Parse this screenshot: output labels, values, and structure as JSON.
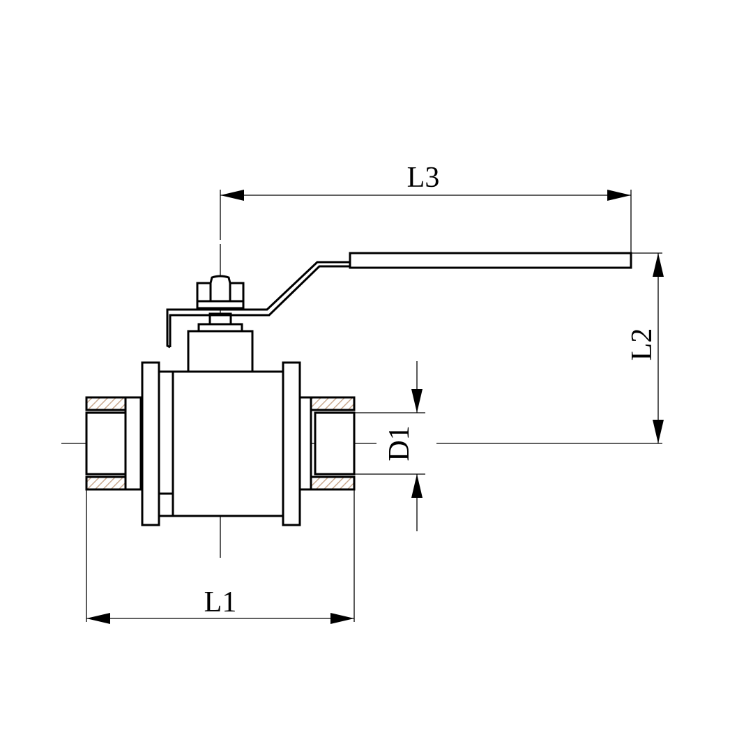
{
  "dimensions": {
    "L1": "L1",
    "L2": "L2",
    "L3": "L3",
    "D1": "D1"
  },
  "colors": {
    "line": "#000000",
    "hatch": "#c9a98f",
    "background": "#ffffff"
  }
}
